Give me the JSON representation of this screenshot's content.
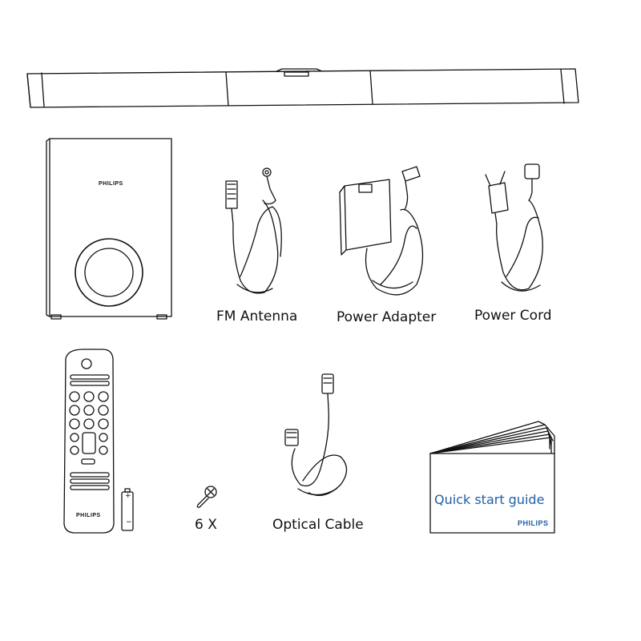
{
  "items": {
    "soundbar": {},
    "subwoofer": {
      "brand": "PHILIPS"
    },
    "fm_antenna": {
      "label": "FM Antenna"
    },
    "power_adapter": {
      "label": "Power Adapter"
    },
    "power_cord": {
      "label": "Power Cord"
    },
    "remote": {
      "brand": "PHILIPS"
    },
    "battery": {
      "plus": "+",
      "minus": "−"
    },
    "screws": {
      "label": "6 X"
    },
    "optical_cable": {
      "label": "Optical Cable"
    },
    "quick_start_guide": {
      "title": "Quick start guide",
      "brand": "PHILIPS"
    }
  }
}
